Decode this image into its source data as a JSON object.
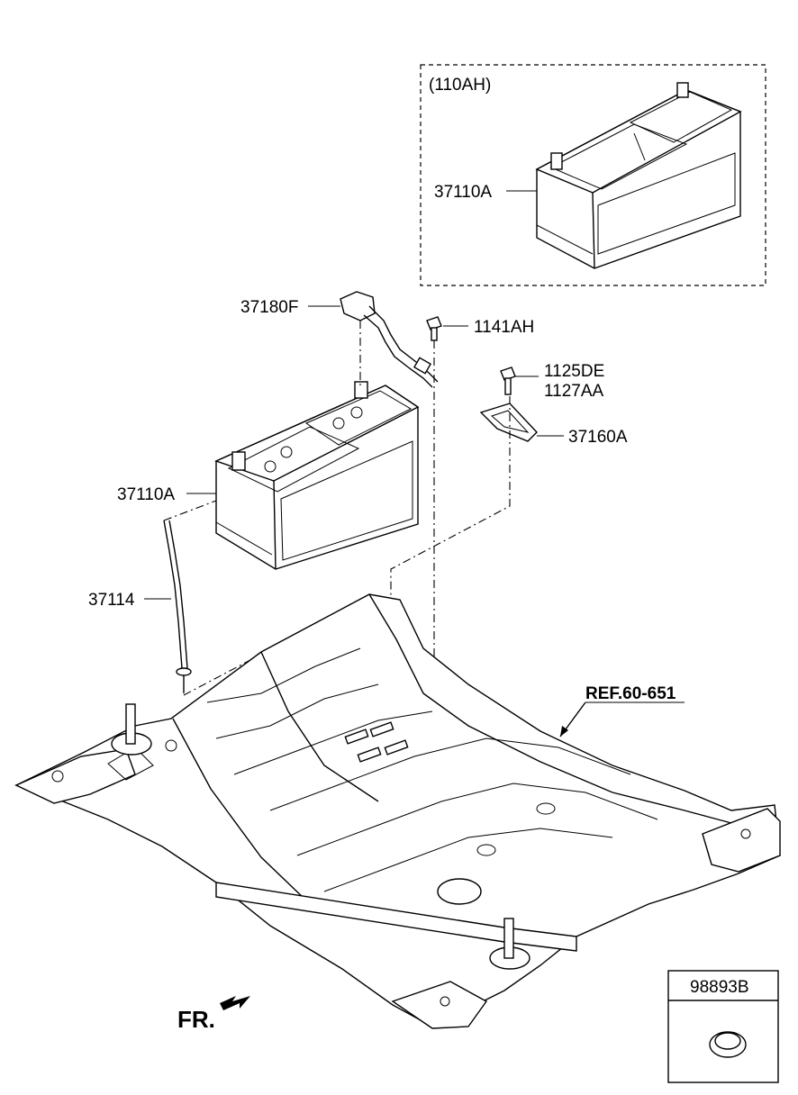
{
  "inset": {
    "caption": "(110AH)",
    "battery_label": "37110A"
  },
  "parts": {
    "battery_cable": "37180F",
    "bolt_1141": "1141AH",
    "bolt_1125": "1125DE",
    "bolt_1127": "1127AA",
    "clamp": "37160A",
    "battery": "37110A",
    "vent_hose": "37114"
  },
  "reference": "REF.60-651",
  "front_marker": "FR.",
  "plug_box": {
    "label": "98893B"
  }
}
